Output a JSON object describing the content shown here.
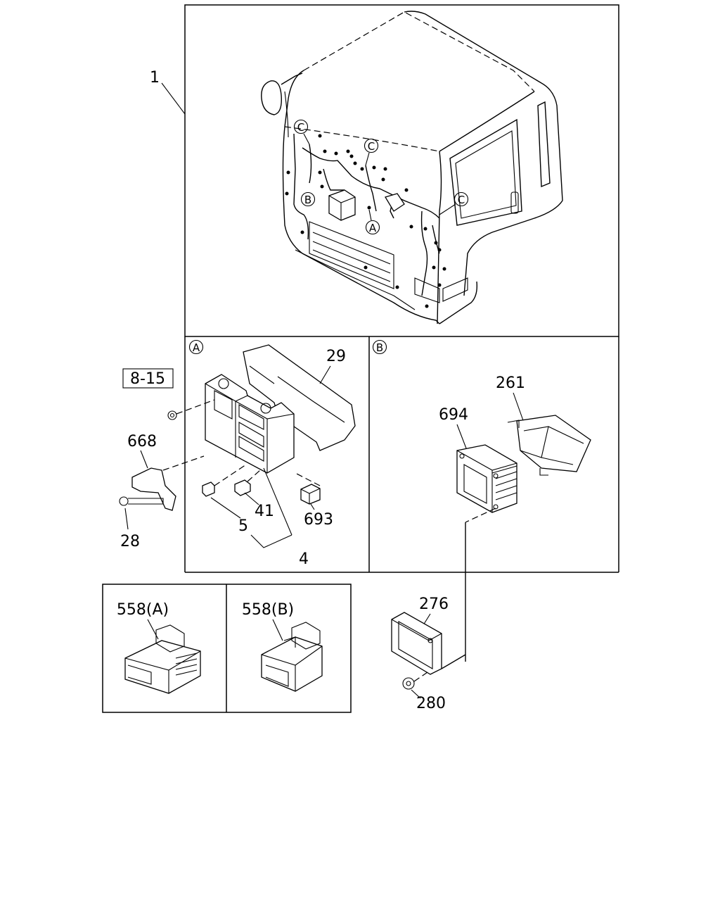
{
  "labels": {
    "p1": "1",
    "p29": "29",
    "ref815": "8-15",
    "p668": "668",
    "p28": "28",
    "p5": "5",
    "p41": "41",
    "p693": "693",
    "p4": "4",
    "p261": "261",
    "p694": "694",
    "p276": "276",
    "p280": "280",
    "p558a": "558(A)",
    "p558b": "558(B)"
  },
  "callouts": {
    "A_sec": "A",
    "B_sec": "B",
    "C1": "C",
    "C2": "C",
    "C3": "C",
    "A_cab": "A",
    "B_cab": "B"
  }
}
